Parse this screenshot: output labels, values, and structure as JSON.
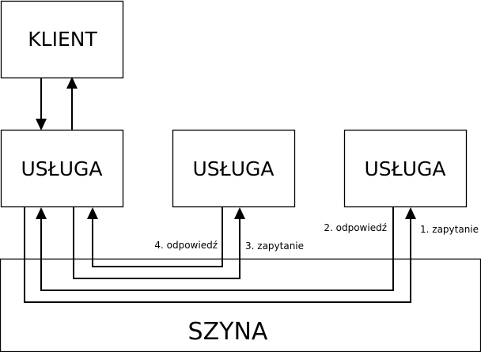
{
  "nodes": {
    "client": "KLIENT",
    "service_left": "USŁUGA",
    "service_middle": "USŁUGA",
    "service_right": "USŁUGA",
    "bus": "SZYNA"
  },
  "flows": {
    "right_response": "2. odpowiedź",
    "right_request": "1. zapytanie",
    "middle_response": "4. odpowiedź",
    "middle_request": "3. zapytanie"
  }
}
